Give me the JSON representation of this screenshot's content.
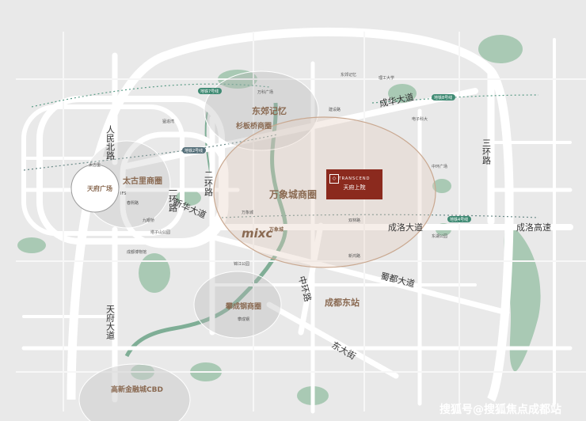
{
  "roads": {
    "renmin_north": "人民北路",
    "yihuan": "一环路",
    "erhuan": "二环路",
    "sanhuan": "三环路",
    "chenghua": "成华大道",
    "chengluo": "成洛大道",
    "chengluo_express": "成洛高速",
    "shuxin": "蜀都大道",
    "xinhong": "新华大道",
    "zhongfu": "中环路",
    "tianfu": "天府大道",
    "dongda": "东大街"
  },
  "districts": {
    "dongjiao": "东郊记忆",
    "shanbanqiao": "杉板桥商圈",
    "taiguli": "太古里商圈",
    "tianfu_square": "天府广场",
    "wanxiangcheng": "万象城商圈",
    "mixc": "mixc",
    "mixc_cn": "万象城",
    "panchenggang": "攀成钢商圈",
    "chengdu_east": "成都东站",
    "gaoxin_cbd": "高新金融城CBD"
  },
  "project": {
    "name_en": "TRANSCEND",
    "name_cn": "天府上院"
  },
  "metro_tags": [
    "地铁7号线",
    "地铁8号线",
    "地铁2号线",
    "地铁4号线"
  ],
  "pois": [
    "成都东站",
    "东郊记忆",
    "理工大学",
    "建设路",
    "万科广场",
    "猛追湾",
    "电子科大",
    "太古里",
    "IFS",
    "春熙路",
    "九眼桥",
    "锦江公园",
    "中环广场",
    "成都博物馆",
    "塔子山公园",
    "东湖公园",
    "万象城",
    "攀成钢",
    "双林路",
    "新鸿路"
  ],
  "watermark": "搜狐号@搜狐焦点成都站"
}
